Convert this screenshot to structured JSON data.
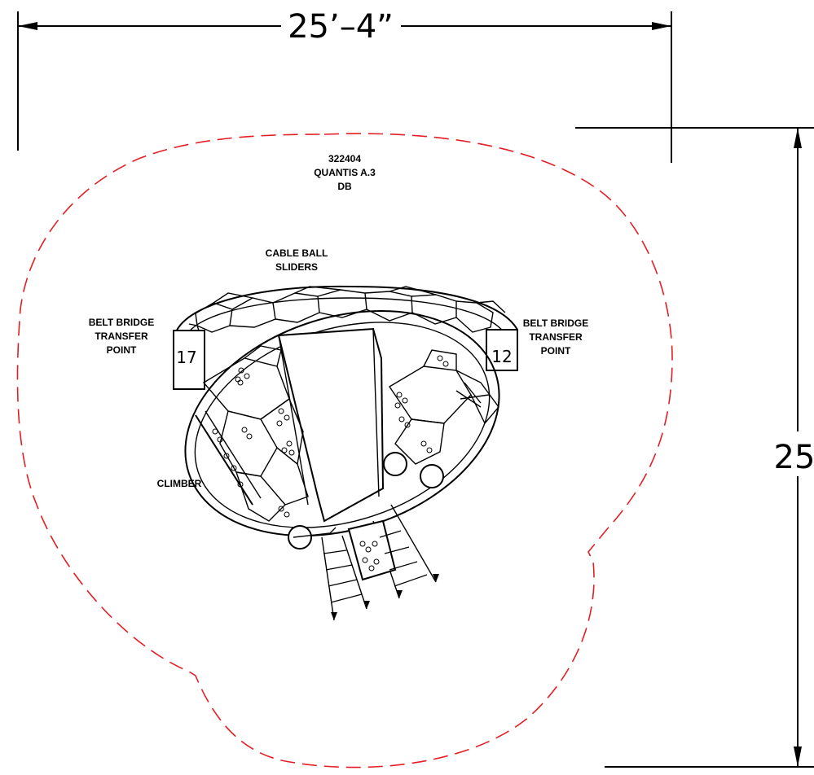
{
  "dimensions": {
    "width_label": "25’–4”",
    "height_label": "25"
  },
  "product": {
    "number": "322404",
    "name": "QUANTIS A.3",
    "variant": "DB"
  },
  "labels": {
    "cable_ball_line1": "CABLE BALL",
    "cable_ball_line2": "SLIDERS",
    "belt_left_line1": "BELT BRIDGE",
    "belt_left_line2": "TRANSFER",
    "belt_left_line3": "POINT",
    "belt_right_line1": "BELT BRIDGE",
    "belt_right_line2": "TRANSFER",
    "belt_right_line3": "POINT",
    "climber": "CLIMBER",
    "post_left": "17",
    "post_right": "12"
  },
  "colors": {
    "safety_zone": "#e31e24",
    "linework": "#000000"
  }
}
